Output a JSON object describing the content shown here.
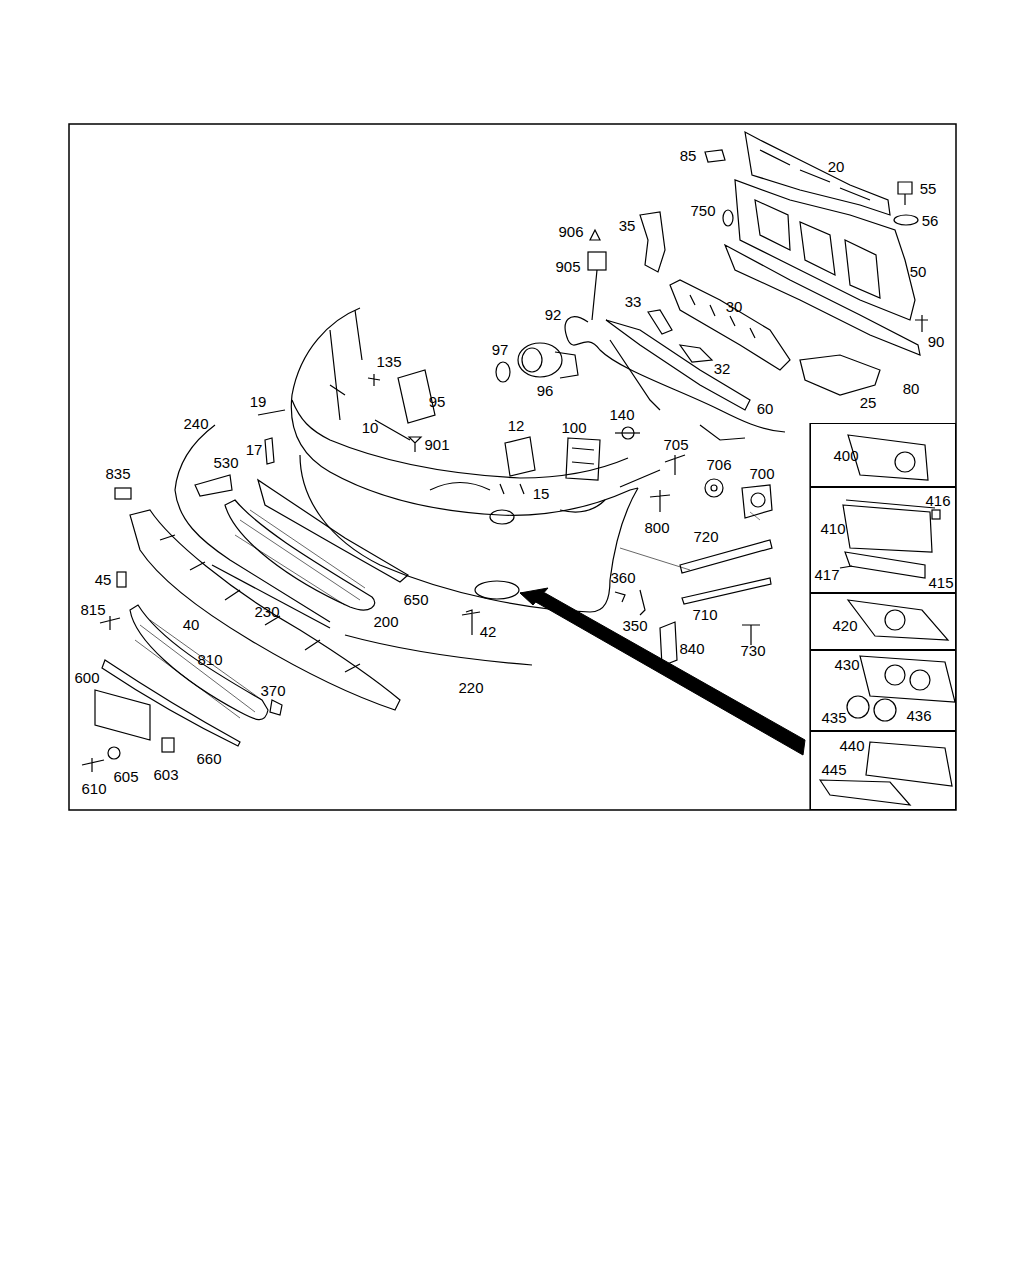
{
  "diagram": {
    "nodes": [
      {
        "text": [
          "400"
        ]
      },
      {
        "text": [
          "416",
          "410",
          "417",
          "415"
        ]
      },
      {
        "text": [
          "420"
        ]
      },
      {
        "text": [
          "430",
          "435",
          "436"
        ]
      },
      {
        "text": [
          "440",
          "445"
        ]
      }
    ],
    "labels": [
      "85",
      "20",
      "55",
      "56",
      "750",
      "906",
      "35",
      "905",
      "50",
      "33",
      "30",
      "92",
      "90",
      "97",
      "135",
      "32",
      "96",
      "95",
      "80",
      "25",
      "19",
      "60",
      "10",
      "240",
      "12",
      "100",
      "140",
      "901",
      "17",
      "705",
      "706",
      "700",
      "530",
      "15",
      "835",
      "800",
      "720",
      "45",
      "360",
      "815",
      "230",
      "650",
      "710",
      "200",
      "40",
      "42",
      "350",
      "840",
      "730",
      "810",
      "600",
      "370",
      "220",
      "660",
      "603",
      "605",
      "610"
    ]
  }
}
